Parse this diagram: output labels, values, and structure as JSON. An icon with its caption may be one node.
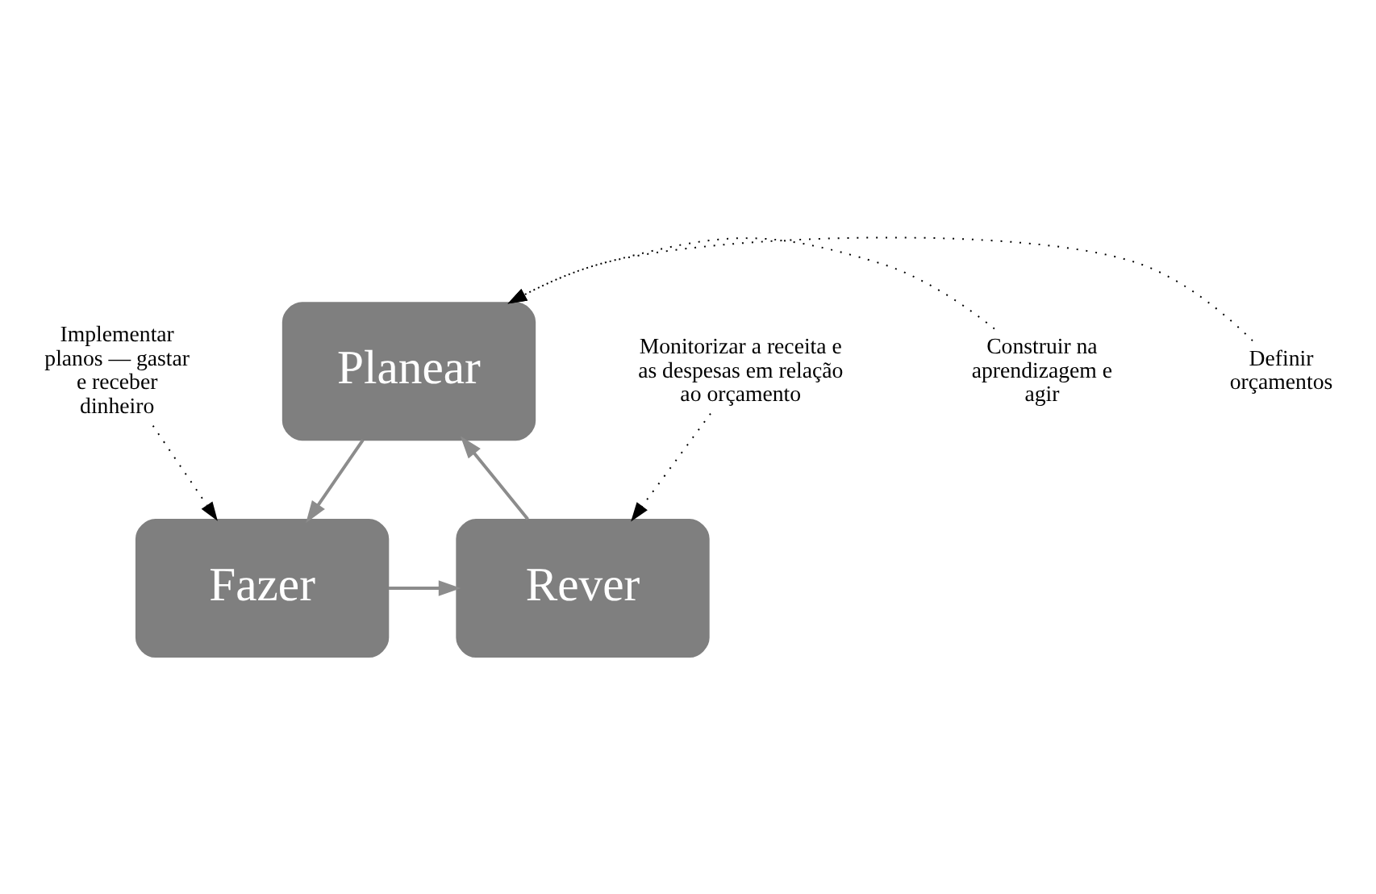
{
  "diagram": {
    "nodes": [
      {
        "text": [
          "Planear"
        ]
      },
      {
        "text": [
          "Fazer"
        ]
      },
      {
        "text": [
          "Rever"
        ]
      },
      {
        "text": [
          "Construir na aprendizagem e agir"
        ]
      },
      {
        "text": [
          "Definir orçamentos"
        ]
      },
      {
        "text": [
          "Implementar planos — gastar e receber dinheiro"
        ]
      },
      {
        "text": [
          "Monitorizar a receita e as despesas em relação ao orçamento"
        ]
      }
    ],
    "edges": [
      {
        "from": 0,
        "to": 1,
        "arrow": "to",
        "color": "#8c8c8c"
      },
      {
        "from": 1,
        "to": 2,
        "arrow": "to",
        "color": "#8c8c8c"
      },
      {
        "from": 2,
        "to": 0,
        "arrow": "to",
        "color": "#8c8c8c"
      },
      {
        "from": 3,
        "to": 0,
        "arrow": "to",
        "style": "dashed"
      },
      {
        "from": 4,
        "to": 0,
        "arrow": "to",
        "style": "dashed"
      },
      {
        "from": 5,
        "to": 1,
        "arrow": "to",
        "style": "dashed"
      },
      {
        "from": 6,
        "to": 2,
        "arrow": "to",
        "style": "dashed"
      }
    ]
  }
}
